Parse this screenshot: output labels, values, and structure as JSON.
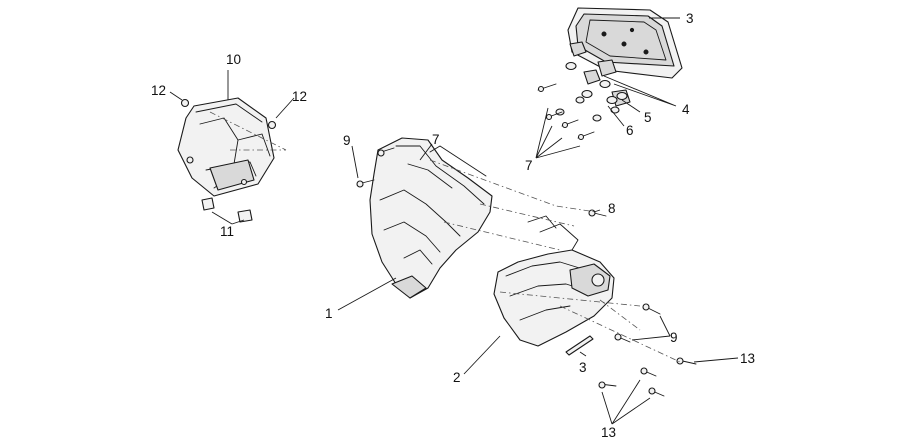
{
  "callouts": {
    "c1": "1",
    "c2": "2",
    "c3_top": "3",
    "c3_bottom": "3",
    "c4": "4",
    "c5": "5",
    "c6": "6",
    "c7_top": "7",
    "c7_mid": "7",
    "c8": "8",
    "c9_left": "9",
    "c9_right": "9",
    "c10": "10",
    "c11": "11",
    "c12_left": "12",
    "c12_right": "12",
    "c13_right": "13",
    "c13_bottom": "13"
  },
  "colors": {
    "line": "#1a1a1a",
    "part_fill": "#f2f2f2",
    "background": "#ffffff"
  }
}
